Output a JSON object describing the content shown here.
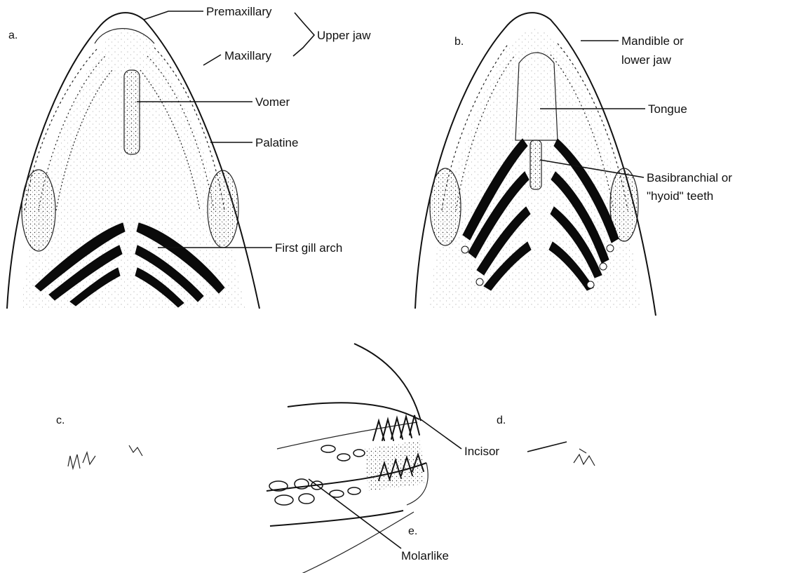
{
  "panels": {
    "a": "a.",
    "b": "b.",
    "c": "c.",
    "d": "d.",
    "e": "e."
  },
  "labels": {
    "premaxillary": "Premaxillary",
    "maxillary": "Maxillary",
    "upper_jaw": "Upper jaw",
    "vomer": "Vomer",
    "palatine": "Palatine",
    "first_gill_arch": "First gill arch",
    "mandible_line1": "Mandible or",
    "mandible_line2": "lower jaw",
    "tongue": "Tongue",
    "basibranchial_line1": "Basibranchial or",
    "basibranchial_line2": "\"hyoid\" teeth",
    "incisor": "Incisor",
    "molarlike": "Molarlike"
  }
}
